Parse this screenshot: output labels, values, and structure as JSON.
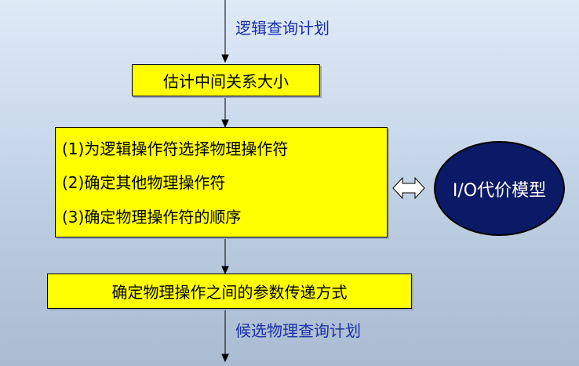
{
  "labels": {
    "top": "逻辑查询计划",
    "bottom": "候选物理查询计划"
  },
  "boxes": {
    "estimate": "估计中间关系大小",
    "steps": [
      "(1)为逻辑操作符选择物理操作符",
      "(2)确定其他物理操作符",
      "(3)确定物理操作符的顺序"
    ],
    "param": "确定物理操作之间的参数传递方式"
  },
  "cost_model": "I/O代价模型",
  "colors": {
    "box_fill": "#ffff00",
    "label_text": "#1a2fa8",
    "ellipse_fill": "#0b1a66"
  }
}
